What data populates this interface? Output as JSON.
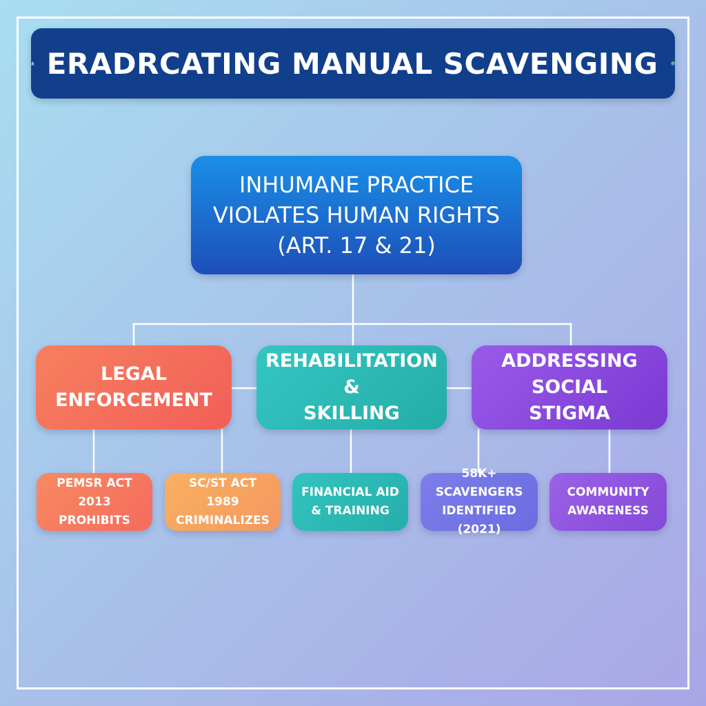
{
  "header": {
    "title": "ERADRCATING MANUAL SCAVENGING",
    "left_icon": "government-building-icon",
    "right_icon": "globe-icon"
  },
  "root": {
    "text": "INHUMANE PRACTICE\nVIOLATES HUMAN RIGHTS\n(ART. 17 & 21)"
  },
  "branches": [
    {
      "label": "LEGAL\nENFORCEMENT",
      "color": "#f46d5c",
      "children": [
        "PEMSR ACT\n2013 PROHIBITS",
        "SC/ST ACT\n1989 CRIMINALIZES"
      ]
    },
    {
      "label": "REHABILITATION &\nSKILLING",
      "color": "#2ab6b1",
      "children": [
        "FINANCIAL AID\n& TRAINING"
      ]
    },
    {
      "label": "ADDRESSING SOCIAL\nSTIGMA",
      "color": "#8646dc",
      "children": [
        "58K+ SCAVENGERS\nIDENTIFIED (2021)",
        "COMMUNITY\nAWARENESS"
      ]
    }
  ],
  "colors": {
    "header_bg": "#123f8c",
    "connector": "#ffffff"
  }
}
